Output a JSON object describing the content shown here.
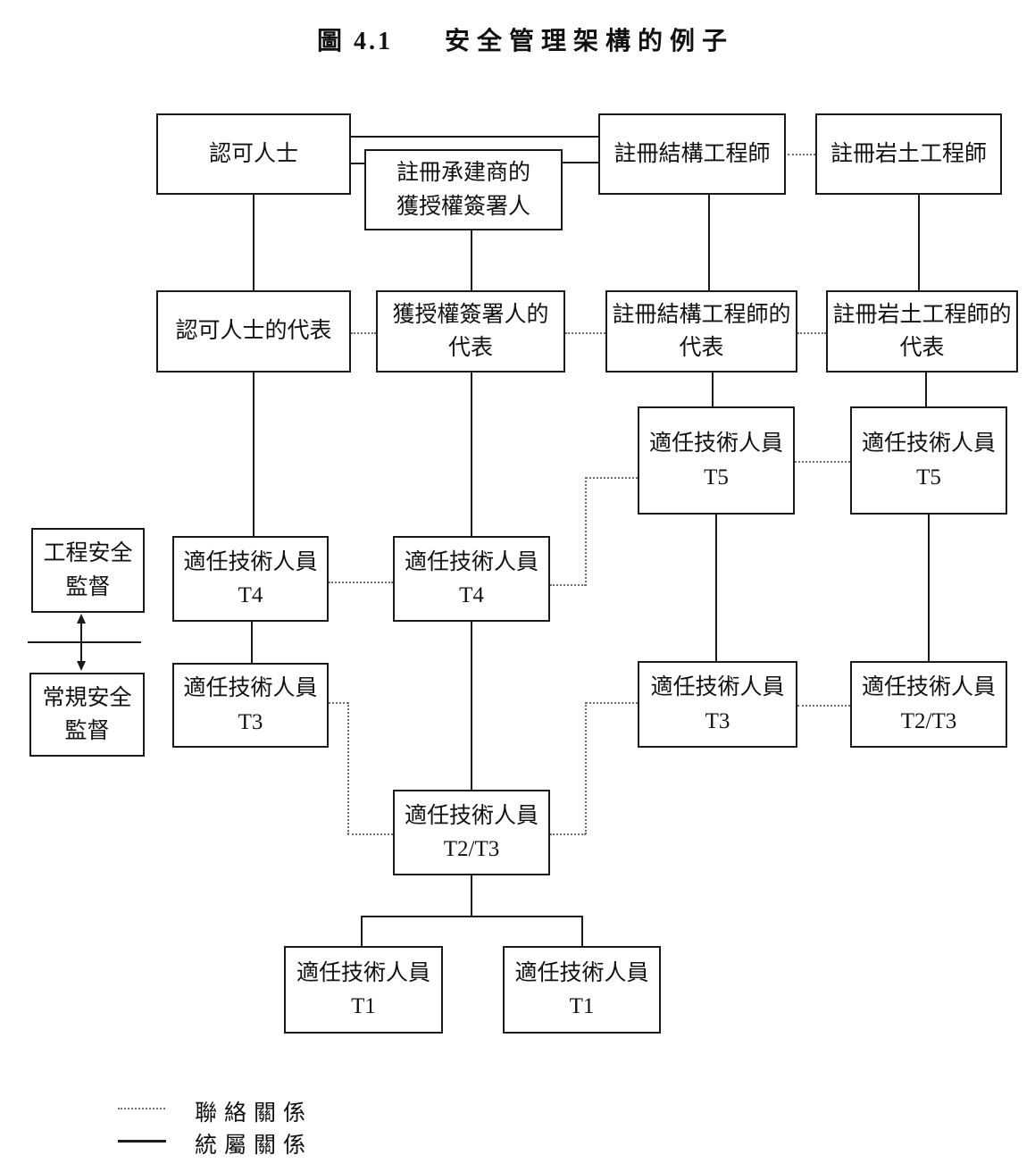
{
  "title": {
    "figure_label": "圖 4.1",
    "text": "安全管理架構的例子"
  },
  "nodes": {
    "authorized_person": {
      "label": "認可人士"
    },
    "contractor_signatory": {
      "label": "註冊承建商的\n獲授權簽署人"
    },
    "structural_engineer": {
      "label": "註冊結構工程師"
    },
    "geotechnical_engineer": {
      "label": "註冊岩土工程師"
    },
    "ap_representative": {
      "label": "認可人士的代表"
    },
    "signatory_representative": {
      "label": "獲授權簽署人的\n代表"
    },
    "rse_representative": {
      "label": "註冊結構工程師的\n代表"
    },
    "rge_representative": {
      "label": "註冊岩土工程師的\n代表"
    },
    "tcp_t5_rse": {
      "label": "適任技術人員\nT5"
    },
    "tcp_t5_rge": {
      "label": "適任技術人員\nT5"
    },
    "works_safety_supervisor": {
      "label": "工程安全\n監督"
    },
    "general_safety_supervisor": {
      "label": "常規安全\n監督"
    },
    "tcp_t4_ap": {
      "label": "適任技術人員\nT4"
    },
    "tcp_t4_signatory": {
      "label": "適任技術人員\nT4"
    },
    "tcp_t3_ap": {
      "label": "適任技術人員\nT3"
    },
    "tcp_t3_rse": {
      "label": "適任技術人員\nT3"
    },
    "tcp_t23_rge": {
      "label": "適任技術人員\nT2/T3"
    },
    "tcp_t23_signatory": {
      "label": "適任技術人員\nT2/T3"
    },
    "tcp_t1_left": {
      "label": "適任技術人員\nT1"
    },
    "tcp_t1_right": {
      "label": "適任技術人員\nT1"
    }
  },
  "legend": {
    "liaison": "聯絡關係",
    "subordinate": "統屬關係"
  },
  "colors": {
    "line": "#1a1a1a",
    "dotted_line": "#6e6e6e",
    "background": "#ffffff",
    "text": "#111111"
  },
  "edges": {
    "solid": [
      [
        "authorized_person",
        "structural_engineer"
      ],
      [
        "authorized_person",
        "contractor_signatory"
      ],
      [
        "contractor_signatory",
        "structural_engineer"
      ],
      [
        "authorized_person",
        "ap_representative"
      ],
      [
        "contractor_signatory",
        "signatory_representative"
      ],
      [
        "structural_engineer",
        "rse_representative"
      ],
      [
        "geotechnical_engineer",
        "rge_representative"
      ],
      [
        "ap_representative",
        "tcp_t4_ap"
      ],
      [
        "signatory_representative",
        "tcp_t4_signatory"
      ],
      [
        "rse_representative",
        "tcp_t5_rse"
      ],
      [
        "rge_representative",
        "tcp_t5_rge"
      ],
      [
        "tcp_t5_rse",
        "tcp_t3_rse"
      ],
      [
        "tcp_t5_rge",
        "tcp_t23_rge"
      ],
      [
        "tcp_t4_ap",
        "tcp_t3_ap"
      ],
      [
        "tcp_t4_signatory",
        "tcp_t23_signatory"
      ],
      [
        "tcp_t23_signatory",
        "tcp_t1_left"
      ],
      [
        "tcp_t23_signatory",
        "tcp_t1_right"
      ],
      [
        "works_safety_supervisor",
        "general_safety_supervisor"
      ]
    ],
    "dotted": [
      [
        "structural_engineer",
        "geotechnical_engineer"
      ],
      [
        "ap_representative",
        "signatory_representative"
      ],
      [
        "signatory_representative",
        "rse_representative"
      ],
      [
        "rse_representative",
        "rge_representative"
      ],
      [
        "tcp_t5_rse",
        "tcp_t5_rge"
      ],
      [
        "tcp_t4_ap",
        "tcp_t4_signatory"
      ],
      [
        "tcp_t4_signatory",
        "tcp_t5_rse"
      ],
      [
        "tcp_t3_rse",
        "tcp_t23_rge"
      ],
      [
        "tcp_t3_ap",
        "tcp_t23_signatory"
      ],
      [
        "tcp_t23_signatory",
        "tcp_t3_rse"
      ]
    ]
  }
}
